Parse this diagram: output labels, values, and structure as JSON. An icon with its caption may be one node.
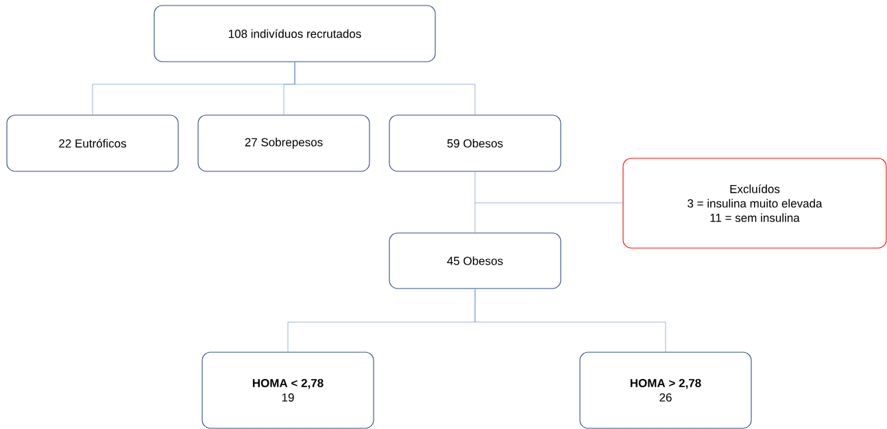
{
  "diagram": {
    "nodes": [
      {
        "text": [
          "108 indivíduos recrutados"
        ]
      },
      {
        "text": [
          "22 Eutróficos"
        ]
      },
      {
        "text": [
          "27 Sobrepesos"
        ]
      },
      {
        "text": [
          "59 Obesos"
        ]
      },
      {
        "text": [
          "Excluídos",
          "3 = insulina muito elevada",
          "11 = sem insulina"
        ]
      },
      {
        "text": [
          "45 Obesos"
        ]
      },
      {
        "text": [
          "HOMA < 2,78",
          "19"
        ]
      },
      {
        "text": [
          "HOMA > 2,78",
          "26"
        ]
      }
    ],
    "edges": [
      {
        "from": 0,
        "to": 1,
        "arrow": "none"
      },
      {
        "from": 0,
        "to": 2,
        "arrow": "none"
      },
      {
        "from": 0,
        "to": 3,
        "arrow": "none"
      },
      {
        "from": 3,
        "to": 5,
        "arrow": "none"
      },
      {
        "from": 4,
        "to": null,
        "arrow": "none"
      },
      {
        "from": 5,
        "to": 6,
        "arrow": "none"
      },
      {
        "from": 5,
        "to": 7,
        "arrow": "none"
      }
    ]
  }
}
